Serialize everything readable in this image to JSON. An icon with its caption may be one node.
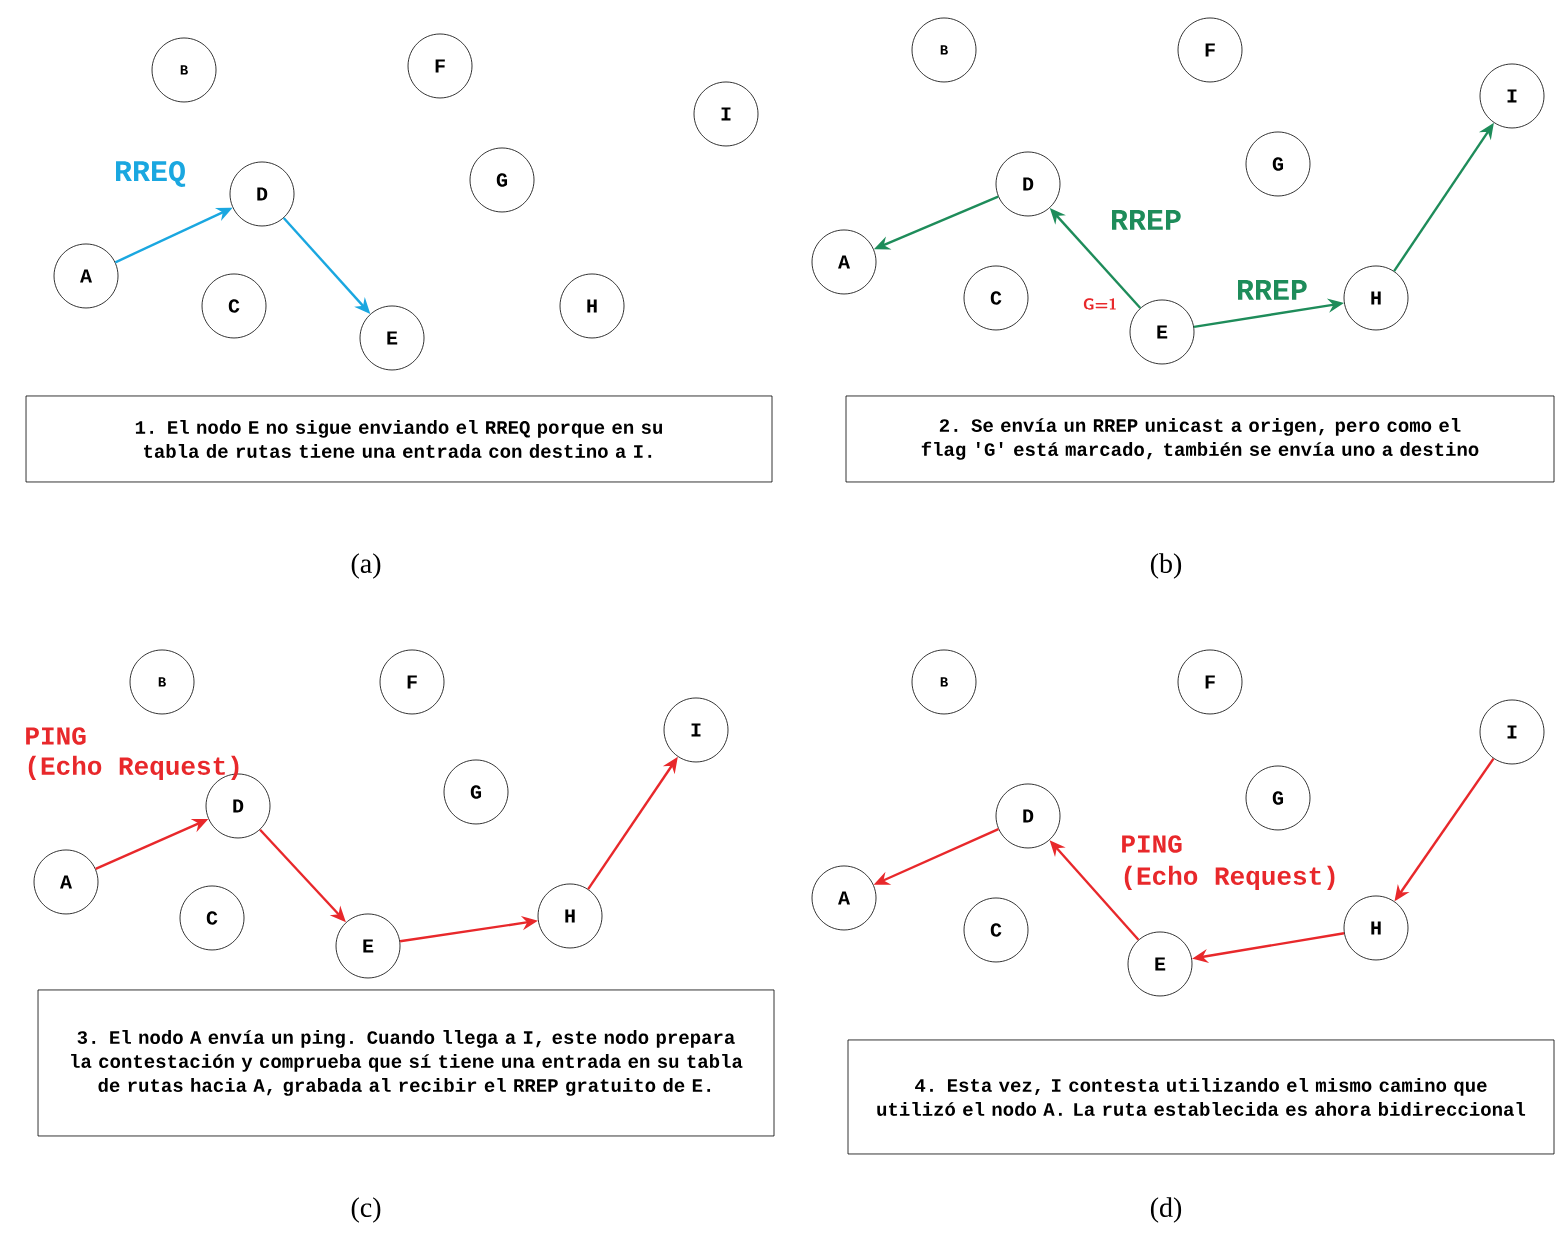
{
  "diagram": {
    "nodes": [
      {
        "text": [
          "A"
        ]
      },
      {
        "text": [
          "B"
        ]
      },
      {
        "text": [
          "C"
        ]
      },
      {
        "text": [
          "D"
        ]
      },
      {
        "text": [
          "E"
        ]
      },
      {
        "text": [
          "F"
        ]
      },
      {
        "text": [
          "G"
        ]
      },
      {
        "text": [
          "H"
        ]
      },
      {
        "text": [
          "I"
        ]
      },
      {
        "text": [
          "1. El nodo E no sigue enviando el RREQ porque en su tabla de rutas tiene una entrada con destino a I."
        ]
      },
      {
        "text": [
          "A"
        ]
      },
      {
        "text": [
          "B"
        ]
      },
      {
        "text": [
          "C"
        ]
      },
      {
        "text": [
          "D"
        ]
      },
      {
        "text": [
          "E"
        ]
      },
      {
        "text": [
          "F"
        ]
      },
      {
        "text": [
          "G"
        ]
      },
      {
        "text": [
          "H"
        ]
      },
      {
        "text": [
          "I"
        ]
      },
      {
        "text": [
          "2. Se envía un RREP unicast a origen, pero como el flag 'G' está marcado, también se envía uno a destino"
        ]
      },
      {
        "text": [
          "A"
        ]
      },
      {
        "text": [
          "B"
        ]
      },
      {
        "text": [
          "C"
        ]
      },
      {
        "text": [
          "D"
        ]
      },
      {
        "text": [
          "E"
        ]
      },
      {
        "text": [
          "F"
        ]
      },
      {
        "text": [
          "G"
        ]
      },
      {
        "text": [
          "H"
        ]
      },
      {
        "text": [
          "I"
        ]
      },
      {
        "text": [
          "3. El nodo A envía un ping. Cuando llega a I, este nodo prepara la contestación y comprueba que sí tiene una entrada en su tabla de rutas hacia A, grabada al recibir el RREP gratuito de E."
        ]
      },
      {
        "text": [
          "A"
        ]
      },
      {
        "text": [
          "B"
        ]
      },
      {
        "text": [
          "C"
        ]
      },
      {
        "text": [
          "D"
        ]
      },
      {
        "text": [
          "E"
        ]
      },
      {
        "text": [
          "F"
        ]
      },
      {
        "text": [
          "G"
        ]
      },
      {
        "text": [
          "H"
        ]
      },
      {
        "text": [
          "I"
        ]
      },
      {
        "text": [
          "4. Esta vez, I contesta utilizando el mismo camino que utilizó el nodo A. La ruta establecida es ahora bidireccional"
        ]
      }
    ],
    "edges": [
      {
        "from": 0,
        "to": 3,
        "arrow": "to",
        "label": "RREQ",
        "color": "#1aa7e0"
      },
      {
        "from": 3,
        "to": 4,
        "arrow": "to",
        "color": "#1aa7e0"
      },
      {
        "from": 13,
        "to": 10,
        "arrow": "to",
        "color": "#1e8c5a"
      },
      {
        "from": 14,
        "to": 13,
        "arrow": "to",
        "label": "RREP",
        "color": "#1e8c5a"
      },
      {
        "from": 14,
        "to": 17,
        "arrow": "to",
        "label": "RREP",
        "color": "#1e8c5a"
      },
      {
        "from": 17,
        "to": 18,
        "arrow": "to",
        "color": "#1e8c5a"
      },
      {
        "from": 20,
        "to": 23,
        "arrow": "to"
      },
      {
        "from": 23,
        "to": 24,
        "arrow": "to"
      },
      {
        "from": 24,
        "to": 27,
        "arrow": "to"
      },
      {
        "from": 27,
        "to": 28,
        "arrow": "to"
      },
      {
        "from": 38,
        "to": 37,
        "arrow": "to"
      },
      {
        "from": 37,
        "to": 34,
        "arrow": "to"
      },
      {
        "from": 34,
        "to": 33,
        "arrow": "to"
      },
      {
        "from": 33,
        "to": 30,
        "arrow": "to"
      }
    ],
    "labels": [
      "G=1",
      "(a)",
      "(b)",
      "PING",
      "(Echo Request)",
      "PING",
      "(Echo Request)",
      "(c)",
      "(d)"
    ]
  }
}
